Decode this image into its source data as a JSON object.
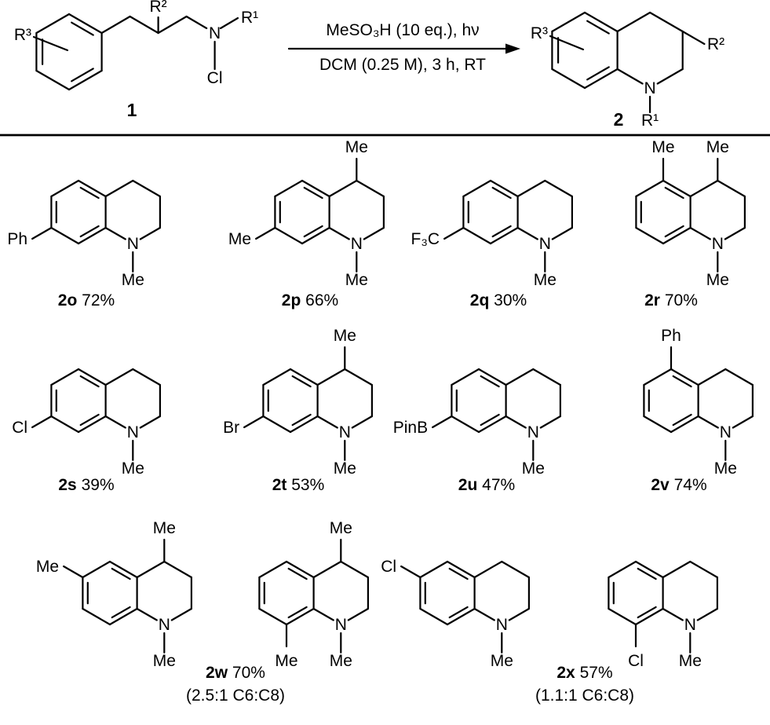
{
  "scheme": {
    "substrate": {
      "number": "1",
      "aryl_sub": "R³",
      "chain_sub": "R²",
      "n_sub": "R¹",
      "n_atom": "N",
      "halide": "Cl"
    },
    "conditions": {
      "line1": "MeSO₃H (10 eq.), hν",
      "line2": "DCM (0.25 M), 3 h, RT"
    },
    "product": {
      "number": "2",
      "aryl_sub": "R³",
      "ring_sub": "R²",
      "n_sub": "R¹",
      "n_atom": "N"
    }
  },
  "products": [
    {
      "id": "2o",
      "yield": "72%",
      "n_atom": "N",
      "n_sub": "Me",
      "subs": [
        {
          "pos": "C7",
          "label": "Ph"
        }
      ]
    },
    {
      "id": "2p",
      "yield": "66%",
      "n_atom": "N",
      "n_sub": "Me",
      "subs": [
        {
          "pos": "C7",
          "label": "Me"
        },
        {
          "pos": "C4",
          "label": "Me"
        }
      ]
    },
    {
      "id": "2q",
      "yield": "30%",
      "n_atom": "N",
      "n_sub": "Me",
      "subs": [
        {
          "pos": "C7",
          "label": "F₃C"
        }
      ]
    },
    {
      "id": "2r",
      "yield": "70%",
      "n_atom": "N",
      "n_sub": "Me",
      "subs": [
        {
          "pos": "C5",
          "label": "Me"
        },
        {
          "pos": "C4",
          "label": "Me"
        }
      ]
    },
    {
      "id": "2s",
      "yield": "39%",
      "n_atom": "N",
      "n_sub": "Me",
      "subs": [
        {
          "pos": "C7",
          "label": "Cl"
        }
      ]
    },
    {
      "id": "2t",
      "yield": "53%",
      "n_atom": "N",
      "n_sub": "Me",
      "subs": [
        {
          "pos": "C7",
          "label": "Br"
        },
        {
          "pos": "C4",
          "label": "Me"
        }
      ]
    },
    {
      "id": "2u",
      "yield": "47%",
      "n_atom": "N",
      "n_sub": "Me",
      "subs": [
        {
          "pos": "C7",
          "label": "PinB"
        }
      ]
    },
    {
      "id": "2v",
      "yield": "74%",
      "n_atom": "N",
      "n_sub": "Me",
      "subs": [
        {
          "pos": "C5",
          "label": "Ph"
        }
      ]
    }
  ],
  "isomer_pairs": [
    {
      "id": "2w",
      "yield": "70%",
      "ratio": "(2.5:1 C6:C8)",
      "structures": [
        {
          "n_atom": "N",
          "n_sub": "Me",
          "subs": [
            {
              "pos": "C6",
              "label": "Me"
            },
            {
              "pos": "C4",
              "label": "Me"
            }
          ]
        },
        {
          "n_atom": "N",
          "n_sub": "Me",
          "subs": [
            {
              "pos": "C8",
              "label": "Me"
            },
            {
              "pos": "C4",
              "label": "Me"
            }
          ]
        }
      ]
    },
    {
      "id": "2x",
      "yield": "57%",
      "ratio": "(1.1:1 C6:C8)",
      "structures": [
        {
          "n_atom": "N",
          "n_sub": "Me",
          "subs": [
            {
              "pos": "C6",
              "label": "Cl"
            }
          ]
        },
        {
          "n_atom": "N",
          "n_sub": "Me",
          "subs": [
            {
              "pos": "C8",
              "label": "Cl"
            }
          ]
        }
      ]
    }
  ]
}
